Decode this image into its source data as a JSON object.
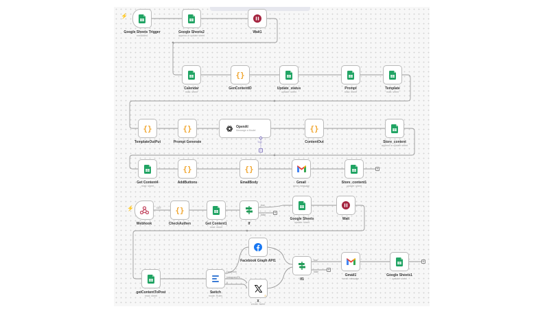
{
  "nodes": {
    "gs_trigger": {
      "name": "Google Sheets Trigger",
      "sub": "rowAdded"
    },
    "gs2": {
      "name": "Google Sheets2",
      "sub": "append or update sheet"
    },
    "wait1": {
      "name": "Wait1",
      "sub": ""
    },
    "calendar": {
      "name": "Calendar",
      "sub": "read: sheet"
    },
    "gencontentid": {
      "name": "GenContentID",
      "sub": ""
    },
    "update_status": {
      "name": "Update_status",
      "sub": "update: sheet"
    },
    "prompt": {
      "name": "Prompt",
      "sub": "read: sheet"
    },
    "template": {
      "name": "Template",
      "sub": "read: sheet"
    },
    "templateoutput": {
      "name": "TemplateOutPut",
      "sub": ""
    },
    "prompt_generate": {
      "name": "Prompt Generate",
      "sub": ""
    },
    "openai": {
      "name": "OpenAI",
      "sub": "Message a Model"
    },
    "contentout": {
      "name": "ContentOut",
      "sub": ""
    },
    "store_content": {
      "name": "Store_content",
      "sub": "append or update sheet"
    },
    "get_content4": {
      "name": "Get Content4",
      "sub": "read: sheet"
    },
    "addbuttons": {
      "name": "AddButtons",
      "sub": ""
    },
    "emailbody": {
      "name": "EmailBody",
      "sub": ""
    },
    "gmail": {
      "name": "Gmail",
      "sub": "send: message"
    },
    "store_content1": {
      "name": "Store_content1",
      "sub": "update: sheet"
    },
    "webhook": {
      "name": "Webhook",
      "sub": ""
    },
    "checkauthen": {
      "name": "CheckAuthen",
      "sub": ""
    },
    "get_content1": {
      "name": "Get Content1",
      "sub": "read: sheet"
    },
    "if": {
      "name": "If",
      "sub": ""
    },
    "google_sheets": {
      "name": "Google Sheets",
      "sub": "update: sheet"
    },
    "wait": {
      "name": "Wait",
      "sub": ""
    },
    "getcontenttopost": {
      "name": "getContentToPost",
      "sub": "read: sheet"
    },
    "switch": {
      "name": "Switch",
      "sub": "mode: Rules"
    },
    "facebook": {
      "name": "Facebook Graph API1",
      "sub": ""
    },
    "x": {
      "name": "X",
      "sub": "create: tweet"
    },
    "if1": {
      "name": "If1",
      "sub": ""
    },
    "gmail1": {
      "name": "Gmail1",
      "sub": "send: message"
    },
    "google_sheets1": {
      "name": "Google Sheets1",
      "sub": "update: sheet"
    }
  },
  "connector_labels": {
    "openai_tool": "Tool",
    "if_true": "true",
    "if_false": "false",
    "switch_out_0": "Facebook",
    "switch_out_1": "Instagram/Fb",
    "switch_out_2": "X",
    "if1_true": "true",
    "if1_false": "false",
    "webhook_out": "GET"
  },
  "colors": {
    "sheets_green": "#21a464",
    "code_orange": "#f0a732",
    "wait_maroon": "#a4243f",
    "trigger_red": "#ff6d5a",
    "wire_gray": "#8f8f8f"
  }
}
